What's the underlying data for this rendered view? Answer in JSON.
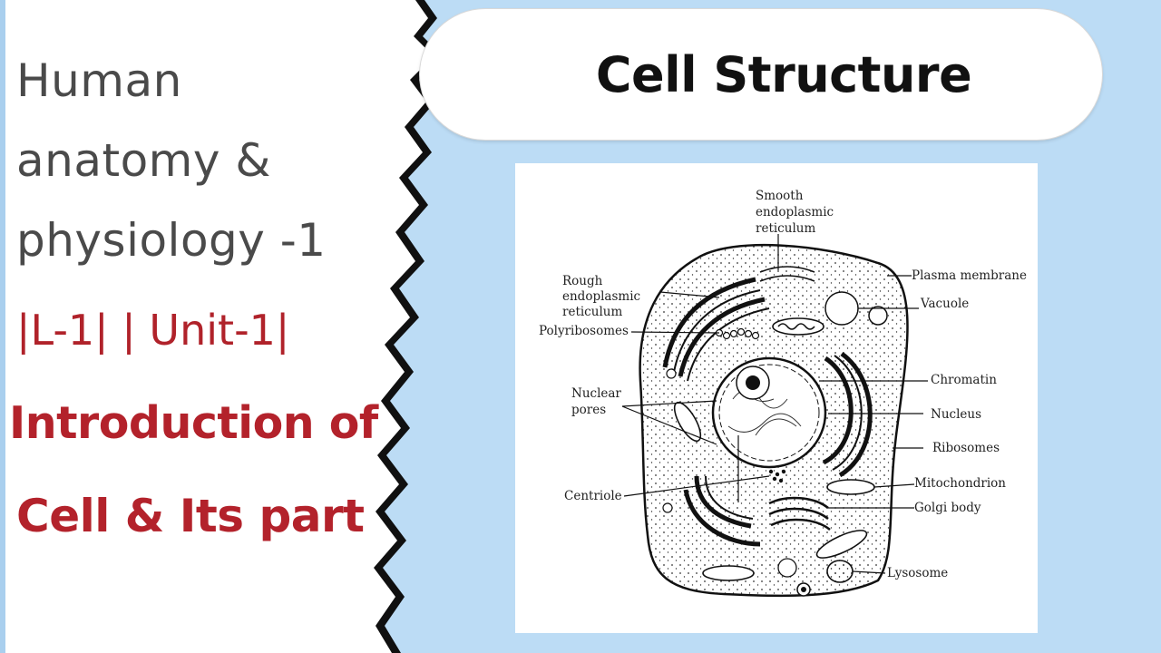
{
  "left": {
    "line1": "Human",
    "line2": "anatomy &",
    "line3": "physiology -1",
    "lesson": "|L-1| | Unit-1|",
    "intro_line1": "Introduction of",
    "intro_line2": "Cell & Its part"
  },
  "title": "Cell Structure",
  "diagram": {
    "labels": {
      "smooth_er_1": "Smooth",
      "smooth_er_2": "endoplasmic",
      "smooth_er_3": "reticulum",
      "rough_er_1": "Rough",
      "rough_er_2": "endoplasmic",
      "rough_er_3": "reticulum",
      "polyribosomes": "Polyribosomes",
      "nuclear_pores_1": "Nuclear",
      "nuclear_pores_2": "pores",
      "centriole": "Centriole",
      "plasma_membrane": "Plasma membrane",
      "vacuole": "Vacuole",
      "chromatin": "Chromatin",
      "nucleus": "Nucleus",
      "ribosomes": "Ribosomes",
      "mitochondrion": "Mitochondrion",
      "golgi_body": "Golgi body",
      "lysosome": "Lysosome"
    }
  },
  "colors": {
    "background": "#bcdcf5",
    "accent_red": "#b3222b",
    "grey_text": "#4a4a4a"
  }
}
